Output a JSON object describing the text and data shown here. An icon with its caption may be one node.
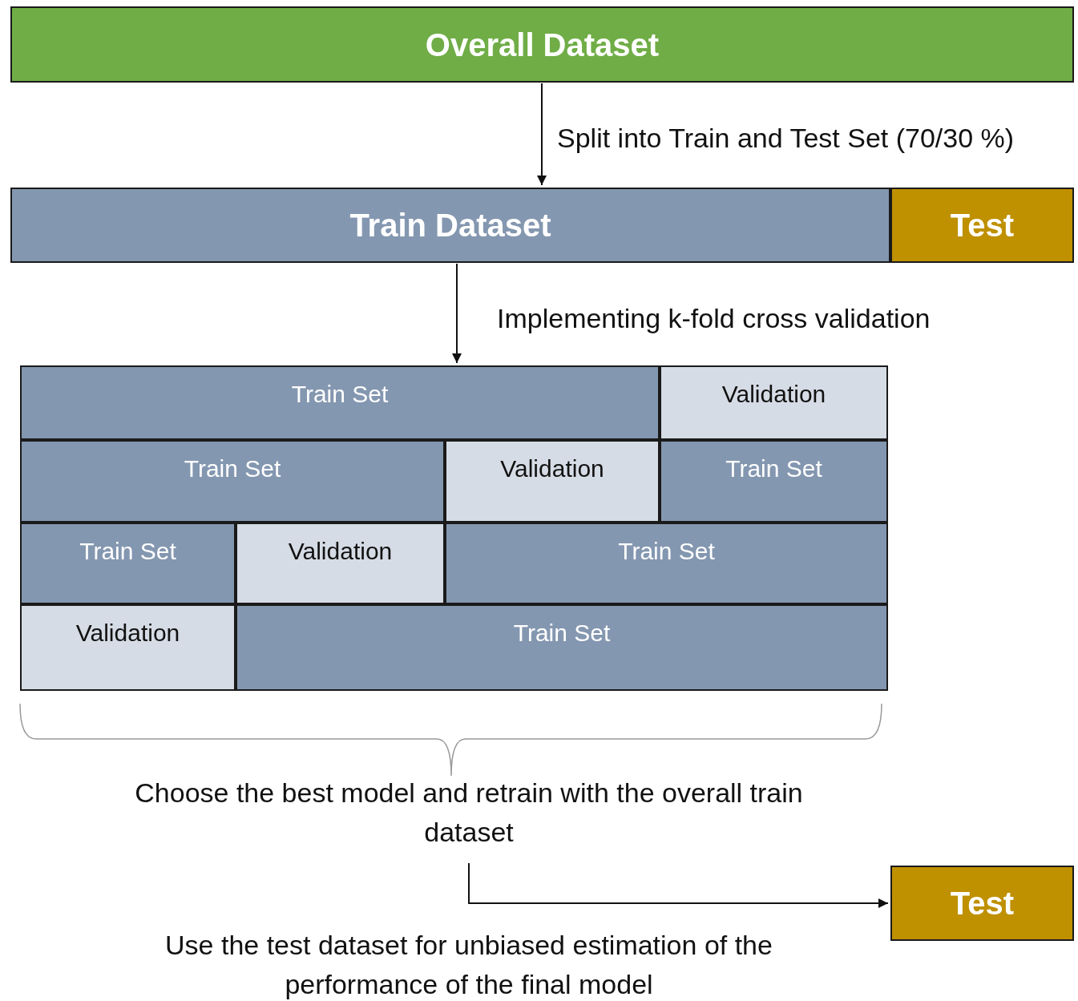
{
  "diagram": {
    "nodes": [
      {
        "text": [
          "Overall Dataset"
        ]
      },
      {
        "text": [
          "Train Dataset"
        ]
      },
      {
        "text": [
          "Test"
        ]
      },
      {
        "text": [
          "Train Set"
        ]
      },
      {
        "text": [
          "Validation"
        ]
      },
      {
        "text": [
          "Train Set"
        ]
      },
      {
        "text": [
          "Validation"
        ]
      },
      {
        "text": [
          "Train Set"
        ]
      },
      {
        "text": [
          "Train Set"
        ]
      },
      {
        "text": [
          "Validation"
        ]
      },
      {
        "text": [
          "Train Set"
        ]
      },
      {
        "text": [
          "Validation"
        ]
      },
      {
        "text": [
          "Train Set"
        ]
      },
      {
        "text": [
          "Choose the best model and retrain with the overall train dataset"
        ]
      },
      {
        "text": [
          "Test"
        ]
      }
    ],
    "edges": [
      {
        "from": 0,
        "to": 1,
        "arrow": "to",
        "label": "Split into Train and Test Set (70/30 %)"
      },
      {
        "from": 1,
        "to": 3,
        "arrow": "to",
        "label": "Implementing k-fold cross validation"
      },
      {
        "from": 13,
        "to": 14,
        "arrow": "to",
        "label": "Use the test dataset for unbiased estimation of the performance of the final model"
      }
    ]
  }
}
